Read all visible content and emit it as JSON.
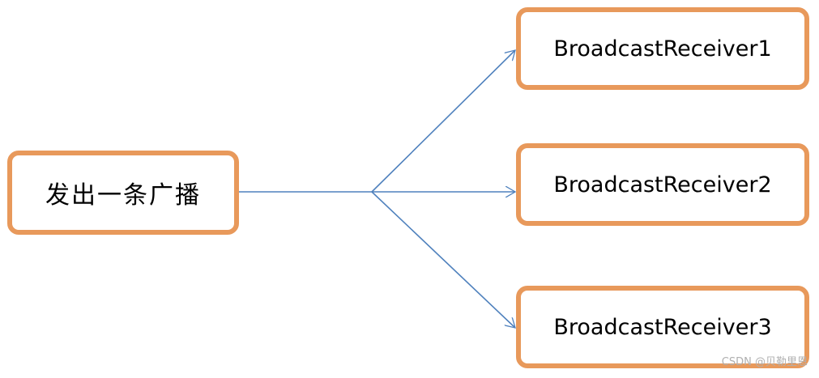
{
  "diagram": {
    "sender": {
      "label": "发出一条广播"
    },
    "receivers": [
      {
        "label": "BroadcastReceiver1"
      },
      {
        "label": "BroadcastReceiver2"
      },
      {
        "label": "BroadcastReceiver3"
      }
    ],
    "colors": {
      "box_border": "#e8995b",
      "arrow": "#4f81bd"
    }
  },
  "watermark": {
    "text": "CSDN @贝勒里恩"
  }
}
